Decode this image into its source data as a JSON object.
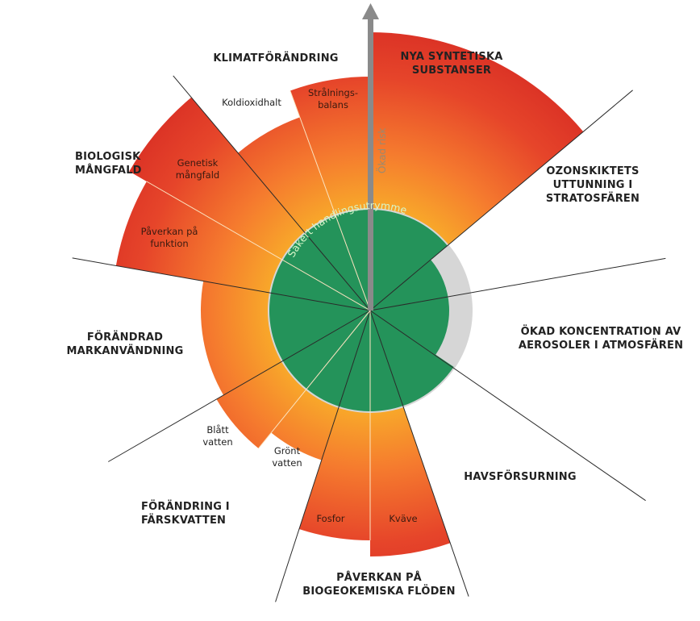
{
  "center_label": "Säkert handlingsutrymme",
  "arrow_label": "Ökad risk",
  "categories": {
    "klimat": "KLIMATFÖRÄNDRING",
    "nya_substanser": [
      "NYA SYNTETISKA",
      "SUBSTANSER"
    ],
    "ozon": [
      "OZONSKIKTETS",
      "UTTUNNING I",
      "STRATOSFÄREN"
    ],
    "aerosoler": [
      "ÖKAD KONCENTRATION AV",
      "AEROSOLER I ATMOSFÄREN"
    ],
    "hav": "HAVSFÖRSURNING",
    "biogeo": [
      "PÅVERKAN PÅ",
      "BIOGEOKEMISKA FLÖDEN"
    ],
    "farskvatten": [
      "FÖRÄNDRING I",
      "FÄRSKVATTEN"
    ],
    "mark": [
      "FÖRÄNDRAD",
      "MARKANVÄNDNING"
    ],
    "bio": [
      "BIOLOGISK",
      "MÅNGFALD"
    ]
  },
  "subs": {
    "koldioxid": "Koldioxidhalt",
    "straln": [
      "Strålnings-",
      "balans"
    ],
    "genetisk": [
      "Genetisk",
      "mångfald"
    ],
    "funktion": [
      "Påverkan på",
      "funktion"
    ],
    "blatt": [
      "Blått",
      "vatten"
    ],
    "gront": [
      "Grönt",
      "vatten"
    ],
    "fosfor": "Fosfor",
    "kvave": "Kväve"
  },
  "colors": {
    "green": "#24935a",
    "red": "#e03a26",
    "orange": "#f5782e",
    "yellow": "#f8a62a",
    "grey": "#d4d4d4"
  }
}
